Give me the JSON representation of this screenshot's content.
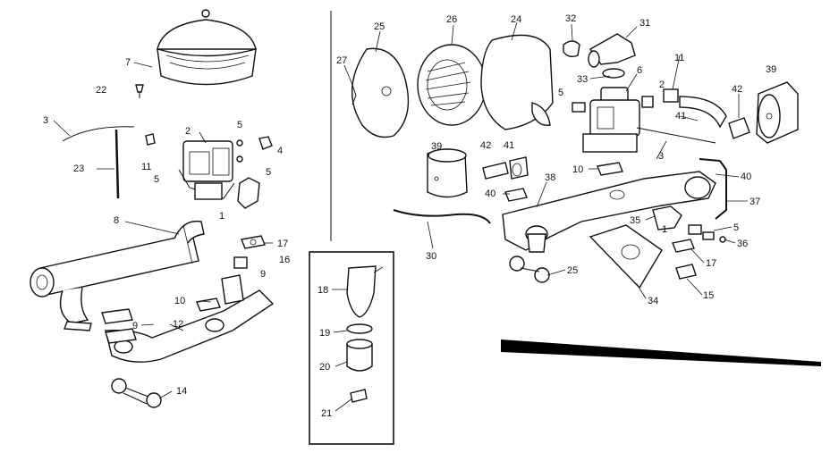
{
  "callouts": {
    "l_7": "7",
    "l_22": "22",
    "l_3": "3",
    "l_23": "23",
    "l_2": "2",
    "l_5a": "5",
    "l_4": "4",
    "l_11": "11",
    "l_5b": "5",
    "l_5c": "5",
    "l_1": "1",
    "l_8": "8",
    "l_17": "17",
    "l_16": "16",
    "l_9a": "9",
    "l_10": "10",
    "l_9b": "9",
    "l_12": "12",
    "l_14": "14",
    "k_18": "18",
    "k_19": "19",
    "k_20": "20",
    "k_21": "21",
    "r_25a": "25",
    "r_26": "26",
    "r_24": "24",
    "r_32": "32",
    "r_31": "31",
    "r_27": "27",
    "r_33": "33",
    "r_6": "6",
    "r_11": "11",
    "r_39a": "39",
    "r_2": "2",
    "r_42a": "42",
    "r_5a": "5",
    "r_41a": "41",
    "r_39b": "39",
    "r_42b": "42",
    "r_41b": "41",
    "r_3": "3",
    "r_10": "10",
    "r_40a": "40",
    "r_40b": "40",
    "r_38": "38",
    "r_37": "37",
    "r_35": "35",
    "r_1": "1",
    "r_5b": "5",
    "r_36": "36",
    "r_30": "30",
    "r_17": "17",
    "r_25b": "25",
    "r_15": "15",
    "r_34": "34"
  }
}
